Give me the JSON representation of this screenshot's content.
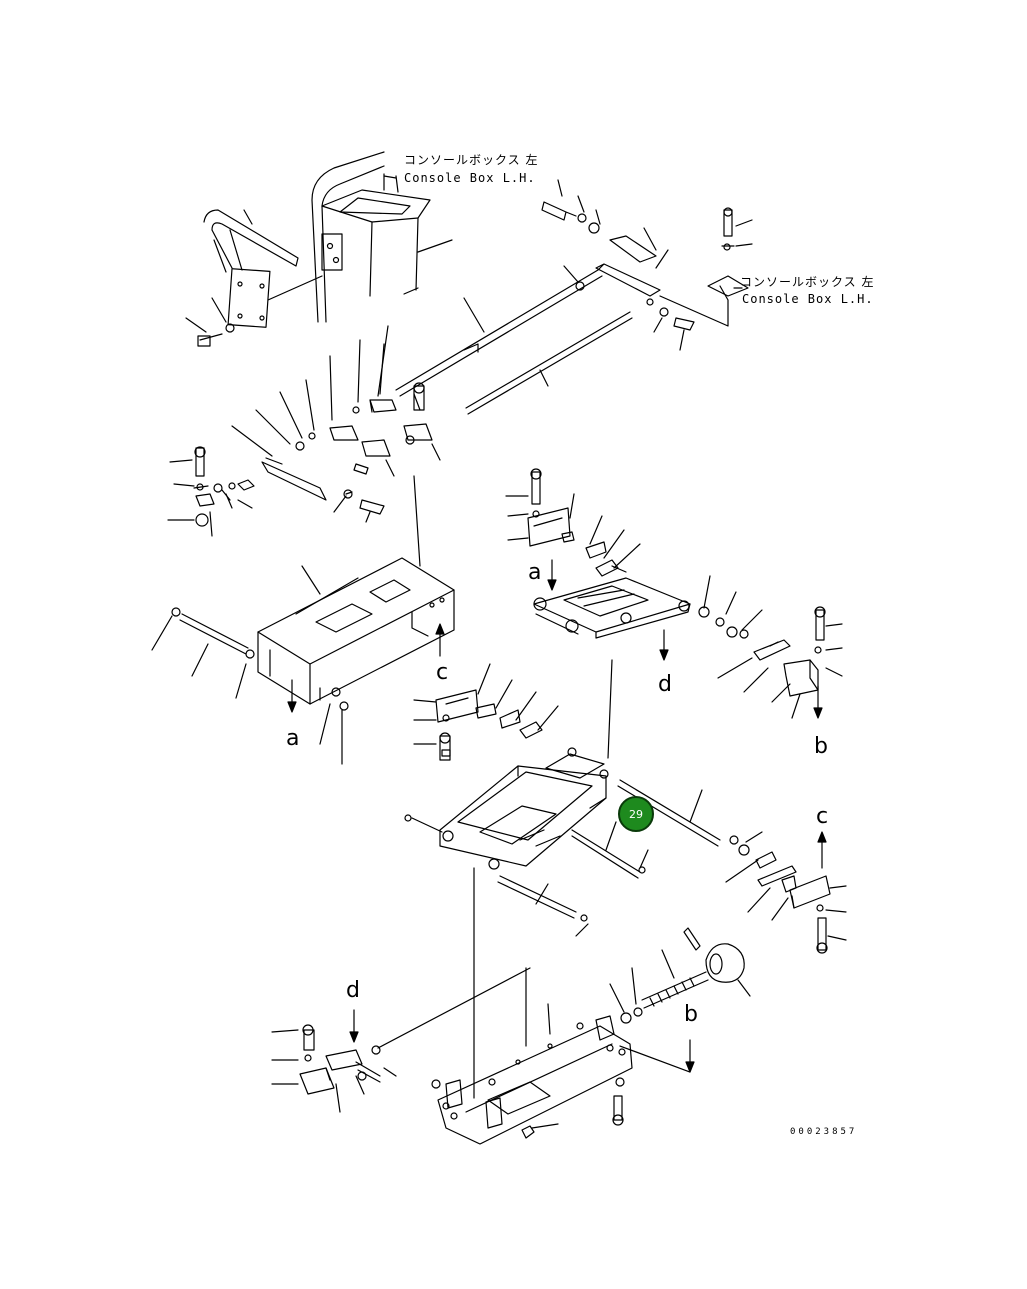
{
  "labels": {
    "console_box_1_jp": "コンソールボックス 左",
    "console_box_1_en": "Console Box L.H.",
    "console_box_2_jp": "コンソールボックス 左",
    "console_box_2_en": "Console Box L.H.",
    "part_code": "00023857"
  },
  "arrow_letters": {
    "a1": "a",
    "a2": "a",
    "b1": "b",
    "b2": "b",
    "c1": "c",
    "c2": "c",
    "d1": "d",
    "d2": "d"
  },
  "callout": {
    "number": "29",
    "color": "#1e8a1e"
  }
}
